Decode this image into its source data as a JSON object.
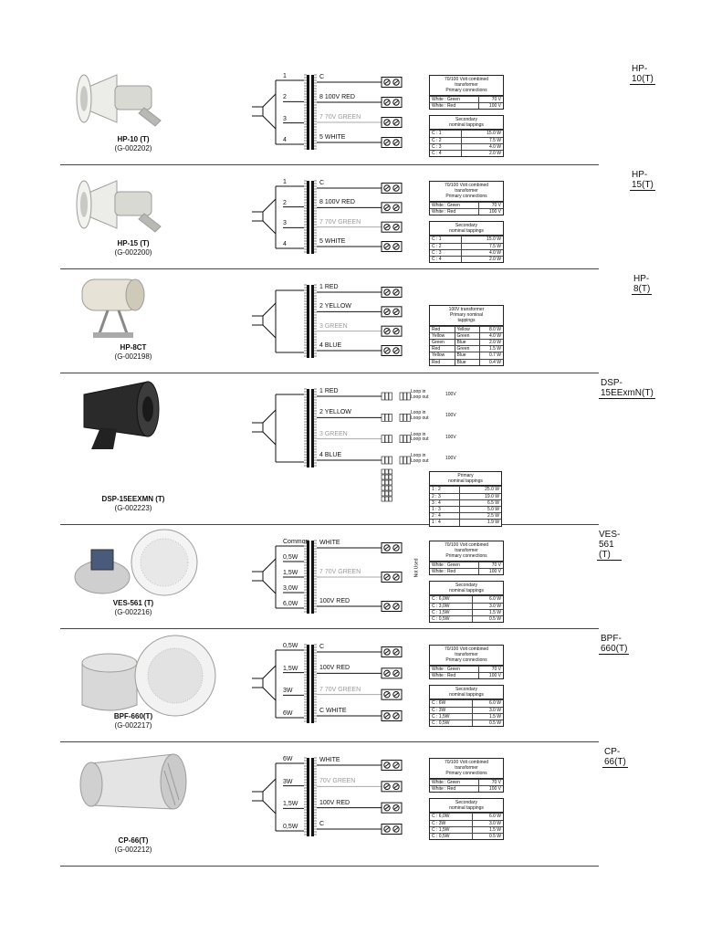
{
  "products": [
    {
      "id": "hp10",
      "caption_name": "HP-10 (T)",
      "caption_code": "(G-002202)",
      "title": "HP-10(T)",
      "taps": [
        "1",
        "2",
        "3",
        "4"
      ],
      "wires": [
        {
          "text": "C",
          "grey": false
        },
        {
          "text": "8 100V RED",
          "grey": false
        },
        {
          "text": "7 70V GREEN",
          "grey": true
        },
        {
          "text": "5 WHITE",
          "grey": false
        }
      ],
      "primary": {
        "header": [
          "70/100 Volt combined",
          "transformer",
          "Primary connections"
        ],
        "rows": [
          [
            "White : Green",
            "70 V"
          ],
          [
            "White : Red",
            "100 V"
          ]
        ]
      },
      "secondary": {
        "header": [
          "Secondary",
          "nominal tappings"
        ],
        "rows": [
          [
            "C : 1",
            "15.0 W"
          ],
          [
            "C : 2",
            "7.5 W"
          ],
          [
            "C : 3",
            "4.0 W"
          ],
          [
            "C : 4",
            "2.0 W"
          ]
        ]
      }
    },
    {
      "id": "hp15",
      "caption_name": "HP-15 (T)",
      "caption_code": "(G-002200)",
      "title": "HP-15(T)",
      "taps": [
        "1",
        "2",
        "3",
        "4"
      ],
      "wires": [
        {
          "text": "C",
          "grey": false
        },
        {
          "text": "8 100V RED",
          "grey": false
        },
        {
          "text": "7 70V GREEN",
          "grey": true
        },
        {
          "text": "5 WHITE",
          "grey": false
        }
      ],
      "primary": {
        "header": [
          "70/100 Volt combined",
          "transformer",
          "Primary connections"
        ],
        "rows": [
          [
            "White : Green",
            "70 V"
          ],
          [
            "White : Red",
            "100 V"
          ]
        ]
      },
      "secondary": {
        "header": [
          "Secondary",
          "nominal tappings"
        ],
        "rows": [
          [
            "C : 1",
            "15.0 W"
          ],
          [
            "C : 2",
            "7.5 W"
          ],
          [
            "C : 3",
            "4.0 W"
          ],
          [
            "C : 4",
            "2.0 W"
          ]
        ]
      }
    },
    {
      "id": "hp8",
      "caption_name": "HP-8CT",
      "caption_code": "(G-002198)",
      "title": "HP-8(T)",
      "wires": [
        {
          "text": "1 RED",
          "grey": false
        },
        {
          "text": "2 YELLOW",
          "grey": false
        },
        {
          "text": "3  GREEN",
          "grey": true
        },
        {
          "text": "4 BLUE",
          "grey": false
        }
      ],
      "primary": {
        "header": [
          "100V transformer",
          "Primary nominal",
          "tappings"
        ],
        "rows": [
          [
            "Red",
            "Yellow",
            "8.0 W"
          ],
          [
            "Yellow",
            "Green",
            "4.0 W"
          ],
          [
            "Green",
            "Blue",
            "2.0 W"
          ],
          [
            "Red",
            "Green",
            "1.5 W"
          ],
          [
            "Yellow",
            "Blue",
            "0.7 W"
          ],
          [
            "Red",
            "Blue",
            "0.4 W"
          ]
        ]
      }
    },
    {
      "id": "dsp",
      "caption_name": "DSP-15EEXMN (T)",
      "caption_code": "(G-002223)",
      "title": "DSP-15EExmN(T)",
      "wires": [
        {
          "text": "1 RED",
          "grey": false
        },
        {
          "text": "2 YELLOW",
          "grey": false
        },
        {
          "text": "3  GREEN",
          "grey": true
        },
        {
          "text": "4 BLUE",
          "grey": false
        }
      ],
      "loops": [
        [
          "Loop in",
          "Loop out",
          "100V"
        ],
        [
          "Loop in",
          "Loop out",
          "100V"
        ],
        [
          "Loop in",
          "Loop out",
          "100V"
        ],
        [
          "Loop in",
          "Loop out",
          "100V"
        ]
      ],
      "primary": {
        "header": [
          "Primary",
          "nominal tappings"
        ],
        "rows": [
          [
            "1 : 2",
            "25.0 W"
          ],
          [
            "2 : 3",
            "19.0 W"
          ],
          [
            "3 : 4",
            "6.5 W"
          ],
          [
            "1 : 3",
            "5.0 W"
          ],
          [
            "2 : 4",
            "2.5 W"
          ],
          [
            "1 : 4",
            "1.9 W"
          ]
        ]
      }
    },
    {
      "id": "ves",
      "caption_name": "VES-561 (T)",
      "caption_code": "(G-002216)",
      "title": "VES-561 (T)",
      "taps": [
        "Common",
        "0,5W",
        "1,5W",
        "3,0W",
        "6,0W"
      ],
      "wires": [
        {
          "text": "WHITE",
          "grey": false
        },
        {
          "text": "7 70V GREEN",
          "grey": true
        },
        {
          "text": "100V RED",
          "grey": false
        }
      ],
      "side": "Not Used",
      "primary": {
        "header": [
          "70/100 Volt combined",
          "transformer",
          "Primary connections"
        ],
        "rows": [
          [
            "White : Green",
            "70 V"
          ],
          [
            "White : Red",
            "100 V"
          ]
        ]
      },
      "secondary": {
        "header": [
          "Secondary",
          "nominal tappings"
        ],
        "rows": [
          [
            "C : 6,0W",
            "6.0 W"
          ],
          [
            "C : 3,0W",
            "3.0 W"
          ],
          [
            "C : 1,5W",
            "1.5 W"
          ],
          [
            "C : 0,5W",
            "0.5 W"
          ]
        ]
      }
    },
    {
      "id": "bpf",
      "caption_name": "BPF-660(T)",
      "caption_code": "(G-002217)",
      "title": "BPF-660(T)",
      "taps": [
        "0,5W",
        "1,5W",
        "3W",
        "6W"
      ],
      "wires": [
        {
          "text": "C",
          "grey": false
        },
        {
          "text": "100V    RED",
          "grey": false
        },
        {
          "text": "7 70V GREEN",
          "grey": true
        },
        {
          "text": "C    WHITE",
          "grey": false
        }
      ],
      "primary": {
        "header": [
          "70/100 Volt combined",
          "transformer",
          "Primary connections"
        ],
        "rows": [
          [
            "White : Green",
            "70 V"
          ],
          [
            "White : Red",
            "100 V"
          ]
        ]
      },
      "secondary": {
        "header": [
          "Secondary",
          "nominal tappings"
        ],
        "rows": [
          [
            "C : 6W",
            "6.0 W"
          ],
          [
            "C : 3W",
            "3.0 W"
          ],
          [
            "C : 1,5W",
            "1.5 W"
          ],
          [
            "C : 0,5W",
            "0.5 W"
          ]
        ]
      }
    },
    {
      "id": "cp66",
      "caption_name": "CP-66(T)",
      "caption_code": "(G-002212)",
      "title": "CP-66(T)",
      "taps": [
        "6W",
        "3W",
        "1,5W",
        "0,5W"
      ],
      "wires": [
        {
          "text": "WHITE",
          "grey": false
        },
        {
          "text": "70V  GREEN",
          "grey": true
        },
        {
          "text": "100V    RED",
          "grey": false
        },
        {
          "text": "C",
          "grey": false
        }
      ],
      "primary": {
        "header": [
          "70/100 Volt combined",
          "transformer",
          "Primary connections"
        ],
        "rows": [
          [
            "White : Green",
            "70 V"
          ],
          [
            "White : Red",
            "100 V"
          ]
        ]
      },
      "secondary": {
        "header": [
          "Secondary",
          "nominal tappings"
        ],
        "rows": [
          [
            "C : 6,0W",
            "6.0 W"
          ],
          [
            "C : 3W",
            "3.0 W"
          ],
          [
            "C : 1,5W",
            "1.5 W"
          ],
          [
            "C : 0,5W",
            "0.5 W"
          ]
        ]
      }
    }
  ]
}
